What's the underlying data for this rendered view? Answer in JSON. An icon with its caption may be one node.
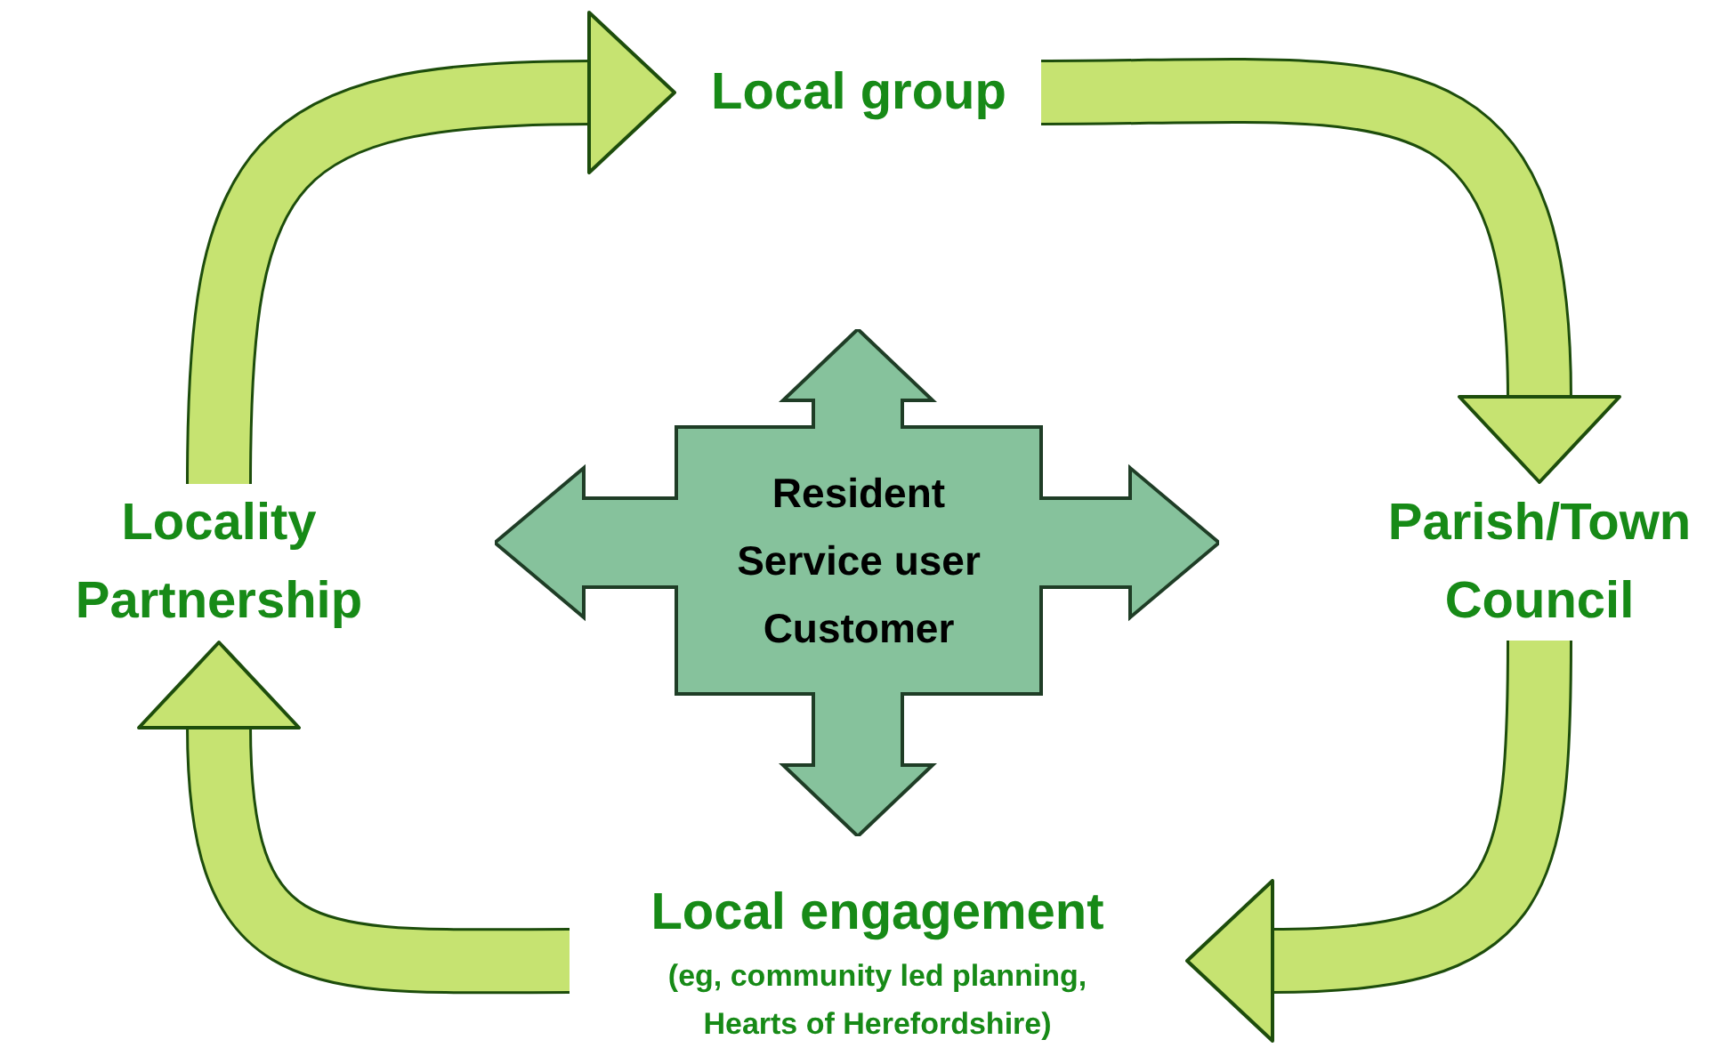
{
  "diagram": {
    "nodes": [
      {
        "text": [
          "Local group"
        ]
      },
      {
        "text": [
          "Parish/Town Council"
        ]
      },
      {
        "text": [
          "Local engagement",
          "(eg, community led planning, Hearts of Herefordshire)"
        ]
      },
      {
        "text": [
          "Locality Partnership"
        ]
      },
      {
        "text": [
          "Resident",
          "Service user",
          "Customer"
        ]
      }
    ],
    "edges": [
      {
        "from": 0,
        "to": 1,
        "arrow": "to"
      },
      {
        "from": 1,
        "to": 2,
        "arrow": "to"
      },
      {
        "from": 2,
        "to": 3,
        "arrow": "to"
      },
      {
        "from": 3,
        "to": 0,
        "arrow": "to"
      }
    ]
  }
}
